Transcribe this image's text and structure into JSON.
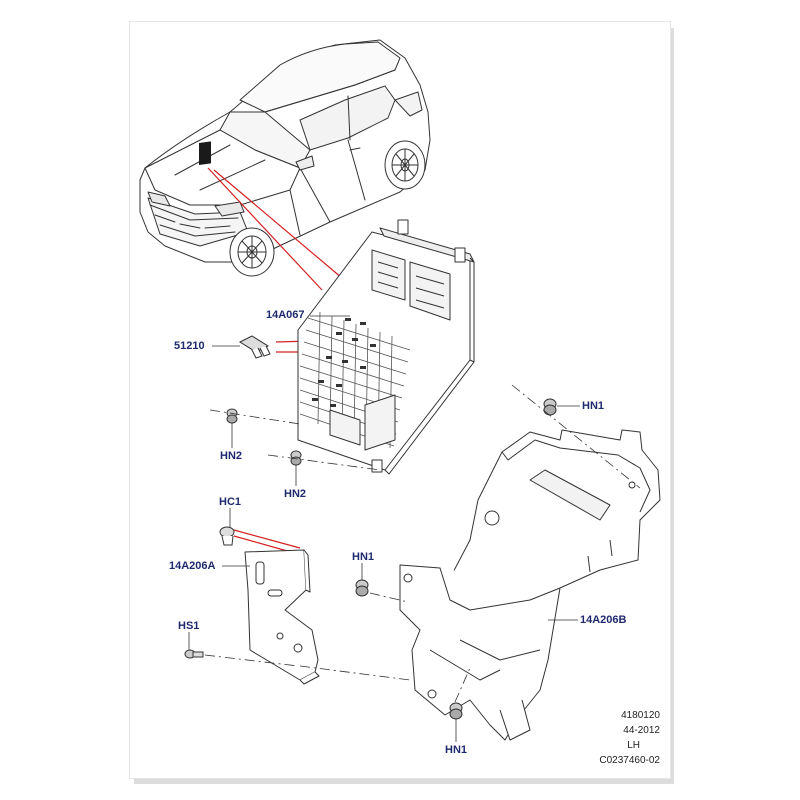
{
  "diagram": {
    "callouts": {
      "fuse_box": "14A067",
      "fuse": "51210",
      "nut_upper_right": "HN1",
      "nut_left_upper": "HN2",
      "nut_left_lower": "HN2",
      "clip": "HC1",
      "bracket_a": "14A206A",
      "nut_mid": "HN1",
      "screw": "HS1",
      "bracket_b": "14A206B",
      "nut_bottom": "HN1"
    },
    "reference": {
      "line1": "4180120",
      "line2": "44-2012",
      "line3": "LH",
      "line4": "C0237460-02"
    },
    "colors": {
      "callout_text": "#1f2a6e",
      "leader_red": "#d42020",
      "line_art": "#333333"
    }
  }
}
